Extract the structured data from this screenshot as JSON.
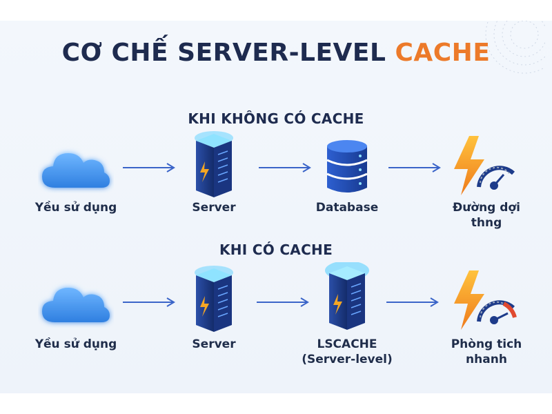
{
  "title": {
    "main": "CƠ CHẾ SERVER-LEVEL",
    "accent": "CACHE"
  },
  "rows": [
    {
      "heading": "KHI KHÔNG CÓ CACHE",
      "nodes": [
        {
          "icon": "cloud-icon",
          "label": "Yều sử dụng"
        },
        {
          "icon": "server-icon",
          "label": "Server"
        },
        {
          "icon": "database-icon",
          "label": "Database"
        },
        {
          "icon": "slow-gauge-icon",
          "label_lines": [
            "Đường dợi",
            "thng"
          ]
        }
      ]
    },
    {
      "heading": "KHI CÓ CACHE",
      "nodes": [
        {
          "icon": "cloud-icon",
          "label": "Yều sử dụng"
        },
        {
          "icon": "server-icon",
          "label": "Server"
        },
        {
          "icon": "lscache-server-icon",
          "label_lines": [
            "LSCACHE",
            "(Server-level)"
          ]
        },
        {
          "icon": "fast-gauge-icon",
          "label_lines": [
            "Phòng tich",
            "nhanh"
          ]
        }
      ]
    }
  ],
  "colors": {
    "title": "#1e2b4f",
    "accent": "#ec7a2a",
    "cloud": "#3d8fe6",
    "server": "#1d3b8a",
    "glow": "#5cd0ff",
    "bolt": "#f5a623",
    "arrow": "#3a64c8"
  }
}
